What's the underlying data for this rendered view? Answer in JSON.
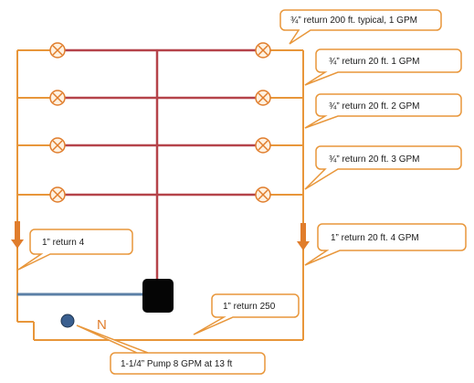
{
  "callouts": {
    "top_return": "¾” return 200 ft. typical, 1 GPM",
    "return_1gpm": "¾” return 20 ft. 1 GPM",
    "return_2gpm": "¾” return 20 ft. 2 GPM",
    "return_3gpm": "¾” return 20 ft. 3 GPM",
    "return_4gpm": "1” return 20 ft.  4 GPM",
    "left_return": "1” return  4",
    "main_return": "1” return 250",
    "pump": "1-1/4” Pump 8 GPM at 13 ft"
  },
  "pump_label": "N",
  "colors": {
    "pipe_return": "#e8963a",
    "pipe_supply": "#b5434a",
    "pipe_blue": "#5b7fa6",
    "fixture_fill": "#fff1e0",
    "fixture_stroke": "#e07d2c",
    "arrow": "#e07d2c",
    "tank": "#050505",
    "pump": "#3a5f8f"
  },
  "icons": {
    "fixture": "circle-x-fixture-icon",
    "flow": "down-arrow-icon",
    "pump": "pump-icon",
    "tank": "tank-icon"
  }
}
